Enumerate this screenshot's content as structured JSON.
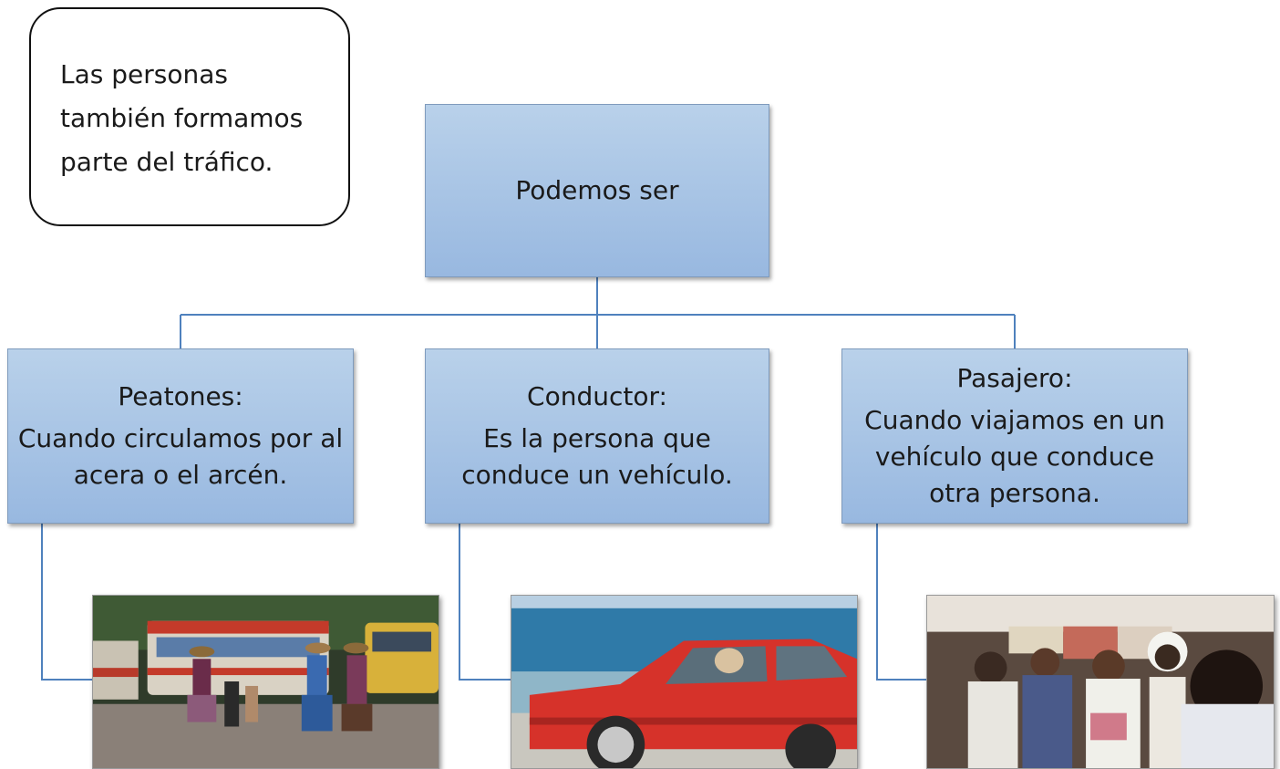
{
  "callout": {
    "lines": [
      "Las personas",
      "también formamos",
      "parte del tráfico."
    ]
  },
  "root": {
    "label": "Podemos ser"
  },
  "children": [
    {
      "heading": "Peatones:",
      "lines": [
        "Cuando circulamos por al",
        "acera o el arcén."
      ],
      "photo": "pedestrians-at-bus-station"
    },
    {
      "heading": "Conductor:",
      "lines": [
        "Es la persona que",
        "conduce un vehículo."
      ],
      "photo": "driver-in-red-car"
    },
    {
      "heading": "Pasajero:",
      "lines": [
        "Cuando viajamos en un",
        "vehículo que conduce",
        "otra persona."
      ],
      "photo": "passengers-inside-vehicle"
    }
  ],
  "colors": {
    "node_fill_top": "#b9d1ea",
    "node_fill_bottom": "#98b8e0",
    "connector": "#4f81bd"
  }
}
